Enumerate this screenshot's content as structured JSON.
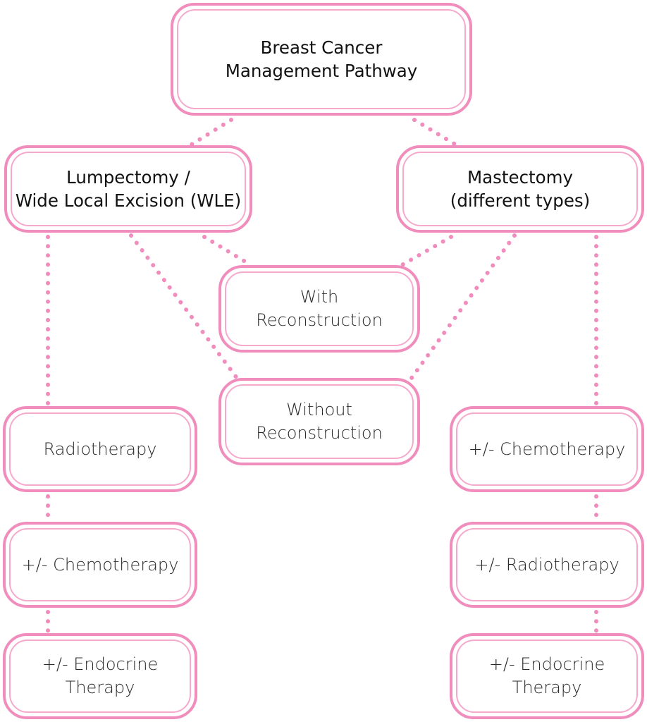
{
  "theme": {
    "frame_color": "#f08dbc",
    "frame_inner_color": "#f5a9cc",
    "dot_color": "#f08dbc",
    "text_color": "#222222"
  },
  "nodes": {
    "root": "Breast Cancer\nManagement Pathway",
    "lumpectomy": "Lumpectomy /\nWide Local Excision (WLE)",
    "mastectomy": "Mastectomy\n(different types)",
    "with_reconstruction": "With\nReconstruction",
    "without_reconstruction": "Without\nReconstruction",
    "left_radiotherapy": "Radiotherapy",
    "left_chemotherapy": "+/- Chemotherapy",
    "left_endocrine": "+/- Endocrine\nTherapy",
    "right_chemotherapy": "+/- Chemotherapy",
    "right_radiotherapy": "+/- Radiotherapy",
    "right_endocrine": "+/- Endocrine\nTherapy"
  },
  "connections": [
    [
      "root",
      "lumpectomy"
    ],
    [
      "root",
      "mastectomy"
    ],
    [
      "lumpectomy",
      "with_reconstruction"
    ],
    [
      "lumpectomy",
      "without_reconstruction"
    ],
    [
      "mastectomy",
      "with_reconstruction"
    ],
    [
      "mastectomy",
      "without_reconstruction"
    ],
    [
      "lumpectomy",
      "left_radiotherapy"
    ],
    [
      "left_radiotherapy",
      "left_chemotherapy"
    ],
    [
      "left_chemotherapy",
      "left_endocrine"
    ],
    [
      "mastectomy",
      "right_chemotherapy"
    ],
    [
      "right_chemotherapy",
      "right_radiotherapy"
    ],
    [
      "right_radiotherapy",
      "right_endocrine"
    ]
  ]
}
